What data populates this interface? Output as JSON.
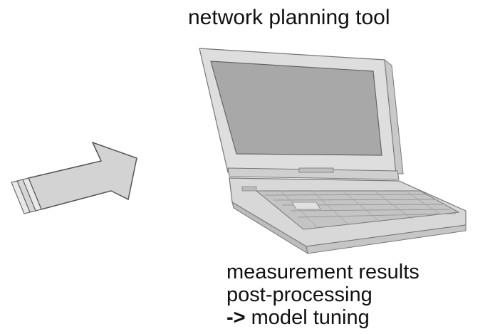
{
  "title": "network planning tool",
  "caption": {
    "line1": "measurement results",
    "line2": "post-processing",
    "line3_prefix": "->",
    "line3_text": " model tuning"
  },
  "icons": {
    "arrow": "right-arrow-icon",
    "device": "laptop-icon"
  }
}
